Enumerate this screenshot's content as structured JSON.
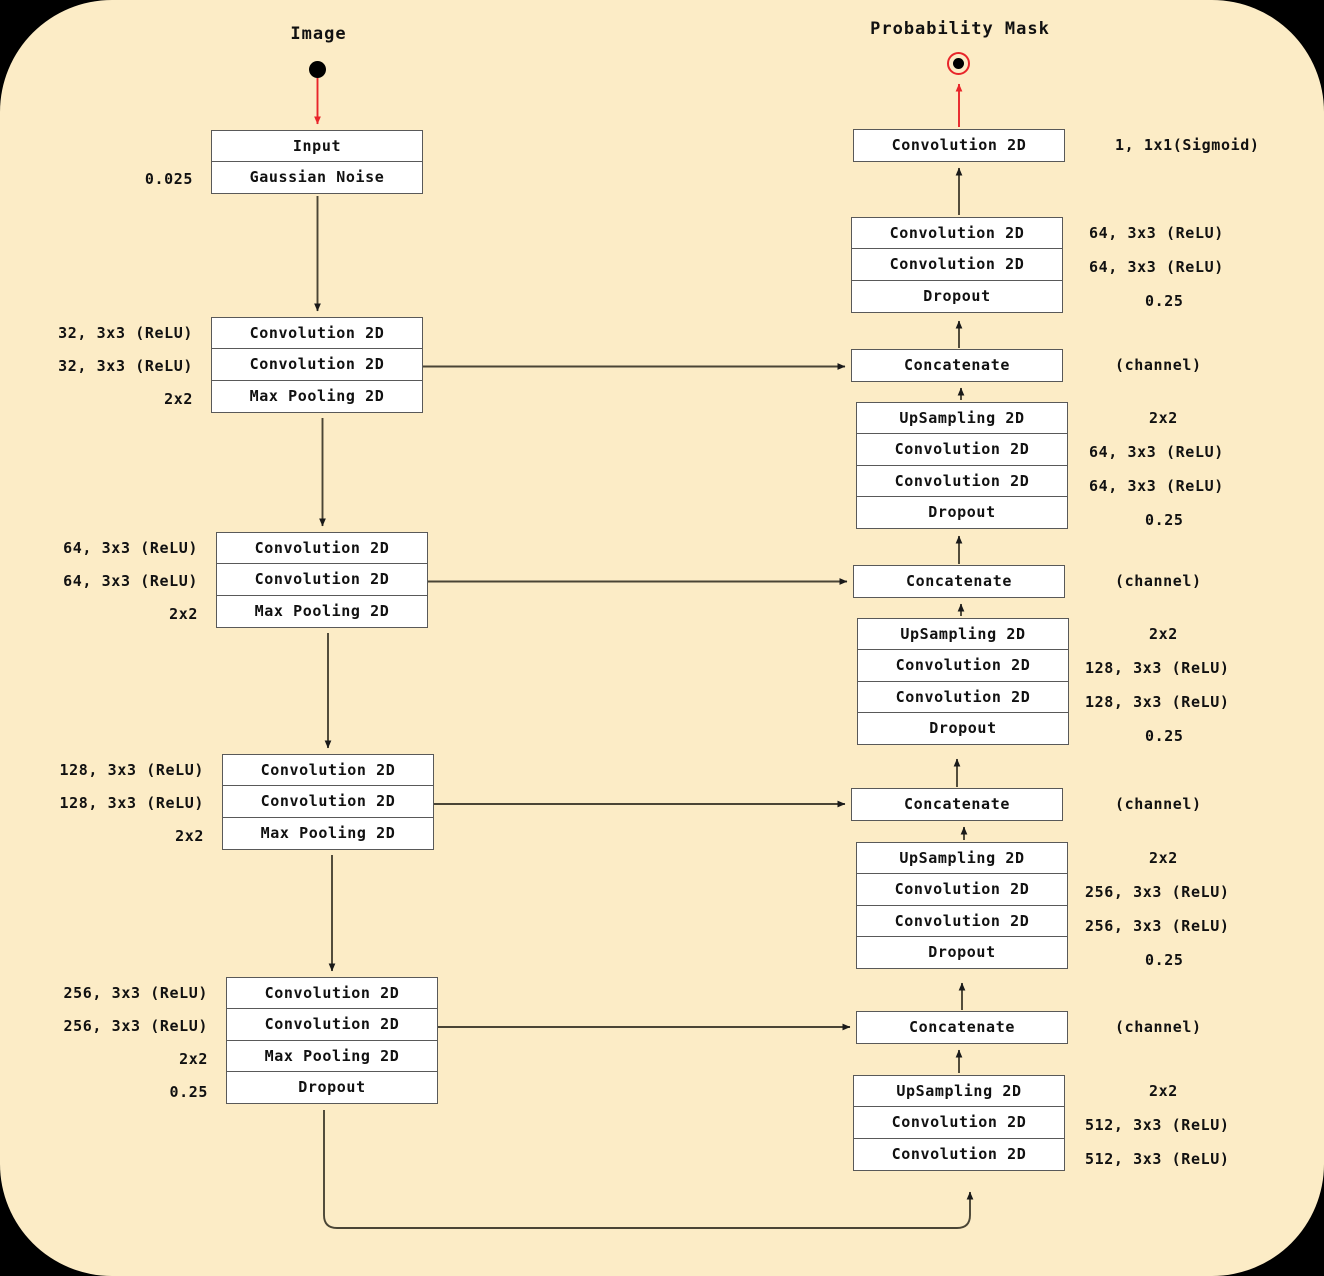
{
  "diagram": {
    "title_left": "Image",
    "title_right": "Probability Mask",
    "background_color": "#fcecc6",
    "box_fill": "#ffffff",
    "box_border": "#595959",
    "accent_color": "#e8252a",
    "start_node_icon": "filled-circle-icon",
    "end_node_icon": "bullseye-icon"
  },
  "encoder": {
    "blocks": [
      {
        "id": "input-block",
        "rows": [
          "Input",
          "Gaussian Noise"
        ],
        "labels": [
          "",
          "0.025"
        ]
      },
      {
        "id": "enc-32",
        "rows": [
          "Convolution 2D",
          "Convolution 2D",
          "Max Pooling 2D"
        ],
        "labels": [
          "32, 3x3 (ReLU)",
          "32, 3x3 (ReLU)",
          "2x2"
        ]
      },
      {
        "id": "enc-64",
        "rows": [
          "Convolution 2D",
          "Convolution 2D",
          "Max Pooling 2D"
        ],
        "labels": [
          "64, 3x3 (ReLU)",
          "64, 3x3 (ReLU)",
          "2x2"
        ]
      },
      {
        "id": "enc-128",
        "rows": [
          "Convolution 2D",
          "Convolution 2D",
          "Max Pooling 2D"
        ],
        "labels": [
          "128, 3x3 (ReLU)",
          "128, 3x3 (ReLU)",
          "2x2"
        ]
      },
      {
        "id": "enc-256",
        "rows": [
          "Convolution 2D",
          "Convolution 2D",
          "Max Pooling 2D",
          "Dropout"
        ],
        "labels": [
          "256, 3x3 (ReLU)",
          "256, 3x3 (ReLU)",
          "2x2",
          "0.25"
        ]
      }
    ]
  },
  "decoder": {
    "blocks": [
      {
        "id": "out-conv",
        "rows": [
          "Convolution 2D"
        ],
        "labels": [
          "1, 1x1(Sigmoid)"
        ]
      },
      {
        "id": "dec-64-top",
        "rows": [
          "Convolution 2D",
          "Convolution 2D",
          "Dropout"
        ],
        "labels": [
          "64, 3x3 (ReLU)",
          "64, 3x3 (ReLU)",
          "0.25"
        ]
      },
      {
        "id": "concat-1",
        "rows": [
          "Concatenate"
        ],
        "labels": [
          "(channel)"
        ]
      },
      {
        "id": "dec-up-64",
        "rows": [
          "UpSampling 2D",
          "Convolution 2D",
          "Convolution 2D",
          "Dropout"
        ],
        "labels": [
          "2x2",
          "64, 3x3 (ReLU)",
          "64, 3x3 (ReLU)",
          "0.25"
        ]
      },
      {
        "id": "concat-2",
        "rows": [
          "Concatenate"
        ],
        "labels": [
          "(channel)"
        ]
      },
      {
        "id": "dec-up-128",
        "rows": [
          "UpSampling 2D",
          "Convolution 2D",
          "Convolution 2D",
          "Dropout"
        ],
        "labels": [
          "2x2",
          "128, 3x3 (ReLU)",
          "128, 3x3 (ReLU)",
          "0.25"
        ]
      },
      {
        "id": "concat-3",
        "rows": [
          "Concatenate"
        ],
        "labels": [
          "(channel)"
        ]
      },
      {
        "id": "dec-up-256",
        "rows": [
          "UpSampling 2D",
          "Convolution 2D",
          "Convolution 2D",
          "Dropout"
        ],
        "labels": [
          "2x2",
          "256, 3x3 (ReLU)",
          "256, 3x3 (ReLU)",
          "0.25"
        ]
      },
      {
        "id": "concat-4",
        "rows": [
          "Concatenate"
        ],
        "labels": [
          "(channel)"
        ]
      },
      {
        "id": "dec-up-512",
        "rows": [
          "UpSampling 2D",
          "Convolution 2D",
          "Convolution 2D"
        ],
        "labels": [
          "2x2",
          "512, 3x3 (ReLU)",
          "512, 3x3 (ReLU)"
        ]
      }
    ]
  }
}
